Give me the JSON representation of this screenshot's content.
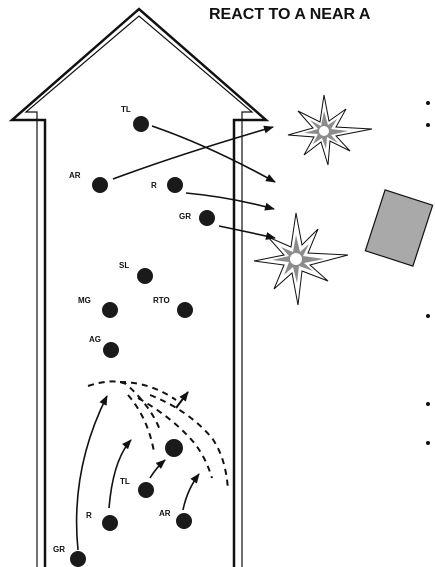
{
  "title": "REACT TO A NEAR A",
  "colors": {
    "ink": "#111111",
    "marker": "#1a1a1a",
    "vehicle": "#a9a9a9",
    "flash": "#8c8c8c"
  },
  "icons": {
    "vehicle": "vehicle-icon",
    "explosion": "explosion-icon"
  },
  "lead_element": {
    "TL": "TL",
    "AR": "AR",
    "R": "R",
    "GR": "GR"
  },
  "support_element": {
    "SL": "SL",
    "MG": "MG",
    "RTO": "RTO",
    "AG": "AG"
  },
  "rear_element": {
    "TL": "TL",
    "R": "R",
    "AR": "AR",
    "GR": "GR"
  }
}
